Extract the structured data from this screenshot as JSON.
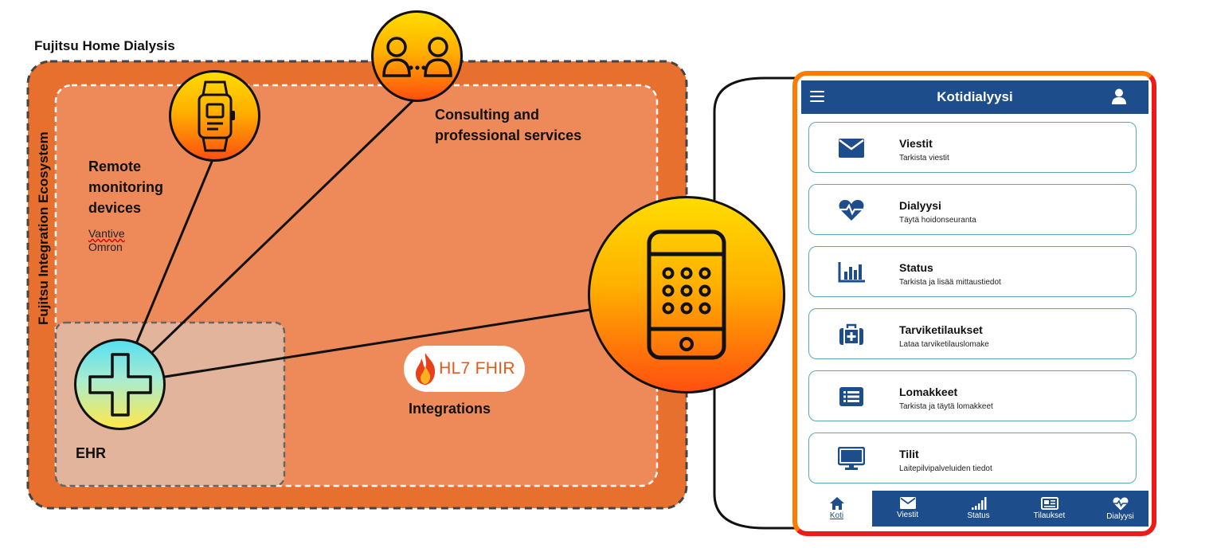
{
  "diagram": {
    "title": "Fujitsu Home Dialysis",
    "ecosystem_label": "Fujitsu Integration Ecosystem",
    "nodes": {
      "remote_monitoring": {
        "label_lines": [
          "Remote",
          "monitoring",
          "devices"
        ],
        "vendors": [
          "Vantive",
          "Omron"
        ],
        "icon": "smartwatch-icon"
      },
      "consulting": {
        "label_lines": [
          "Consulting and",
          "professional services"
        ],
        "icon": "people-connection-icon"
      },
      "ehr": {
        "label": "EHR",
        "icon": "medical-cross-icon"
      },
      "integrations": {
        "label": "Integrations",
        "badge_text": "HL7 FHIR",
        "icon": "fhir-flame-icon"
      },
      "mobile": {
        "icon": "smartphone-icon"
      }
    },
    "edges": [
      [
        "ehr",
        "remote_monitoring"
      ],
      [
        "ehr",
        "consulting"
      ],
      [
        "ehr",
        "mobile"
      ]
    ],
    "colors": {
      "outer_box": "#e8702f",
      "inner_box": "#ee8a5a",
      "ehr_box": "#e2b49b",
      "icon_gradient_top": "#ffdb00",
      "icon_gradient_bottom": "#ff5010",
      "app_blue": "#1e4d8c"
    }
  },
  "app": {
    "title": "Kotidialyysi",
    "menu_icon": "hamburger-menu-icon",
    "user_icon": "user-icon",
    "cards": [
      {
        "title": "Viestit",
        "subtitle": "Tarkista viestit",
        "icon": "envelope-icon"
      },
      {
        "title": "Dialyysi",
        "subtitle": "Täytä hoidonseuranta",
        "icon": "heartbeat-icon"
      },
      {
        "title": "Status",
        "subtitle": "Tarkista ja lisää mittaustiedot",
        "icon": "bar-chart-icon"
      },
      {
        "title": "Tarviketilaukset",
        "subtitle": "Lataa tarviketilauslomake",
        "icon": "medkit-icon"
      },
      {
        "title": "Lomakkeet",
        "subtitle": "Tarkista ja täytä lomakkeet",
        "icon": "list-form-icon"
      },
      {
        "title": "Tilit",
        "subtitle": "Laitepilvipalveluiden tiedot",
        "icon": "monitor-icon"
      }
    ],
    "nav": [
      {
        "label": "Koti",
        "icon": "home-icon",
        "active": true
      },
      {
        "label": "Viestit",
        "icon": "envelope-icon",
        "active": false
      },
      {
        "label": "Status",
        "icon": "signal-bars-icon",
        "active": false
      },
      {
        "label": "Tilaukset",
        "icon": "newspaper-icon",
        "active": false
      },
      {
        "label": "Dialyysi",
        "icon": "heartbeat-icon",
        "active": false
      }
    ]
  }
}
